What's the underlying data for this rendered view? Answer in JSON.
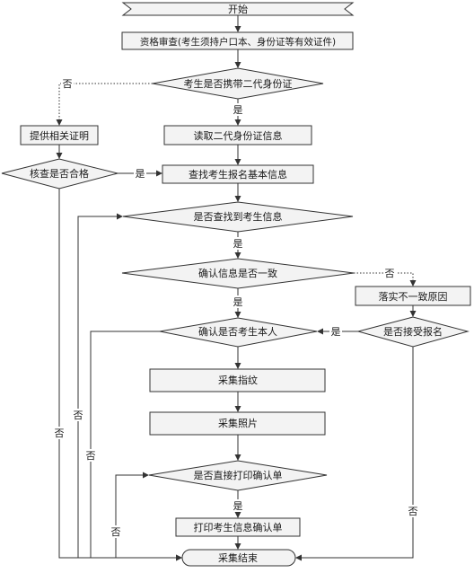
{
  "nodes": {
    "start": "开始",
    "qualification": "资格审查(考生须持户口本、身份证等有效证件)",
    "carry_id": "考生是否携带二代身份证",
    "provide_proof": "提供相关证明",
    "verify_ok": "核查是否合格",
    "read_id": "读取二代身份证信息",
    "search_info": "查找考生报名基本信息",
    "found_info": "是否查找到考生信息",
    "info_consistent": "确认信息是否一致",
    "reason": "落实不一致原因",
    "accept_registration": "是否接受报名",
    "is_examinee": "确认是否考生本人",
    "fingerprint": "采集指纹",
    "photo": "采集照片",
    "print_direct": "是否直接打印确认单",
    "print_confirm": "打印考生信息确认单",
    "end": "采集结束"
  },
  "labels": {
    "yes": "是",
    "no": "否"
  }
}
